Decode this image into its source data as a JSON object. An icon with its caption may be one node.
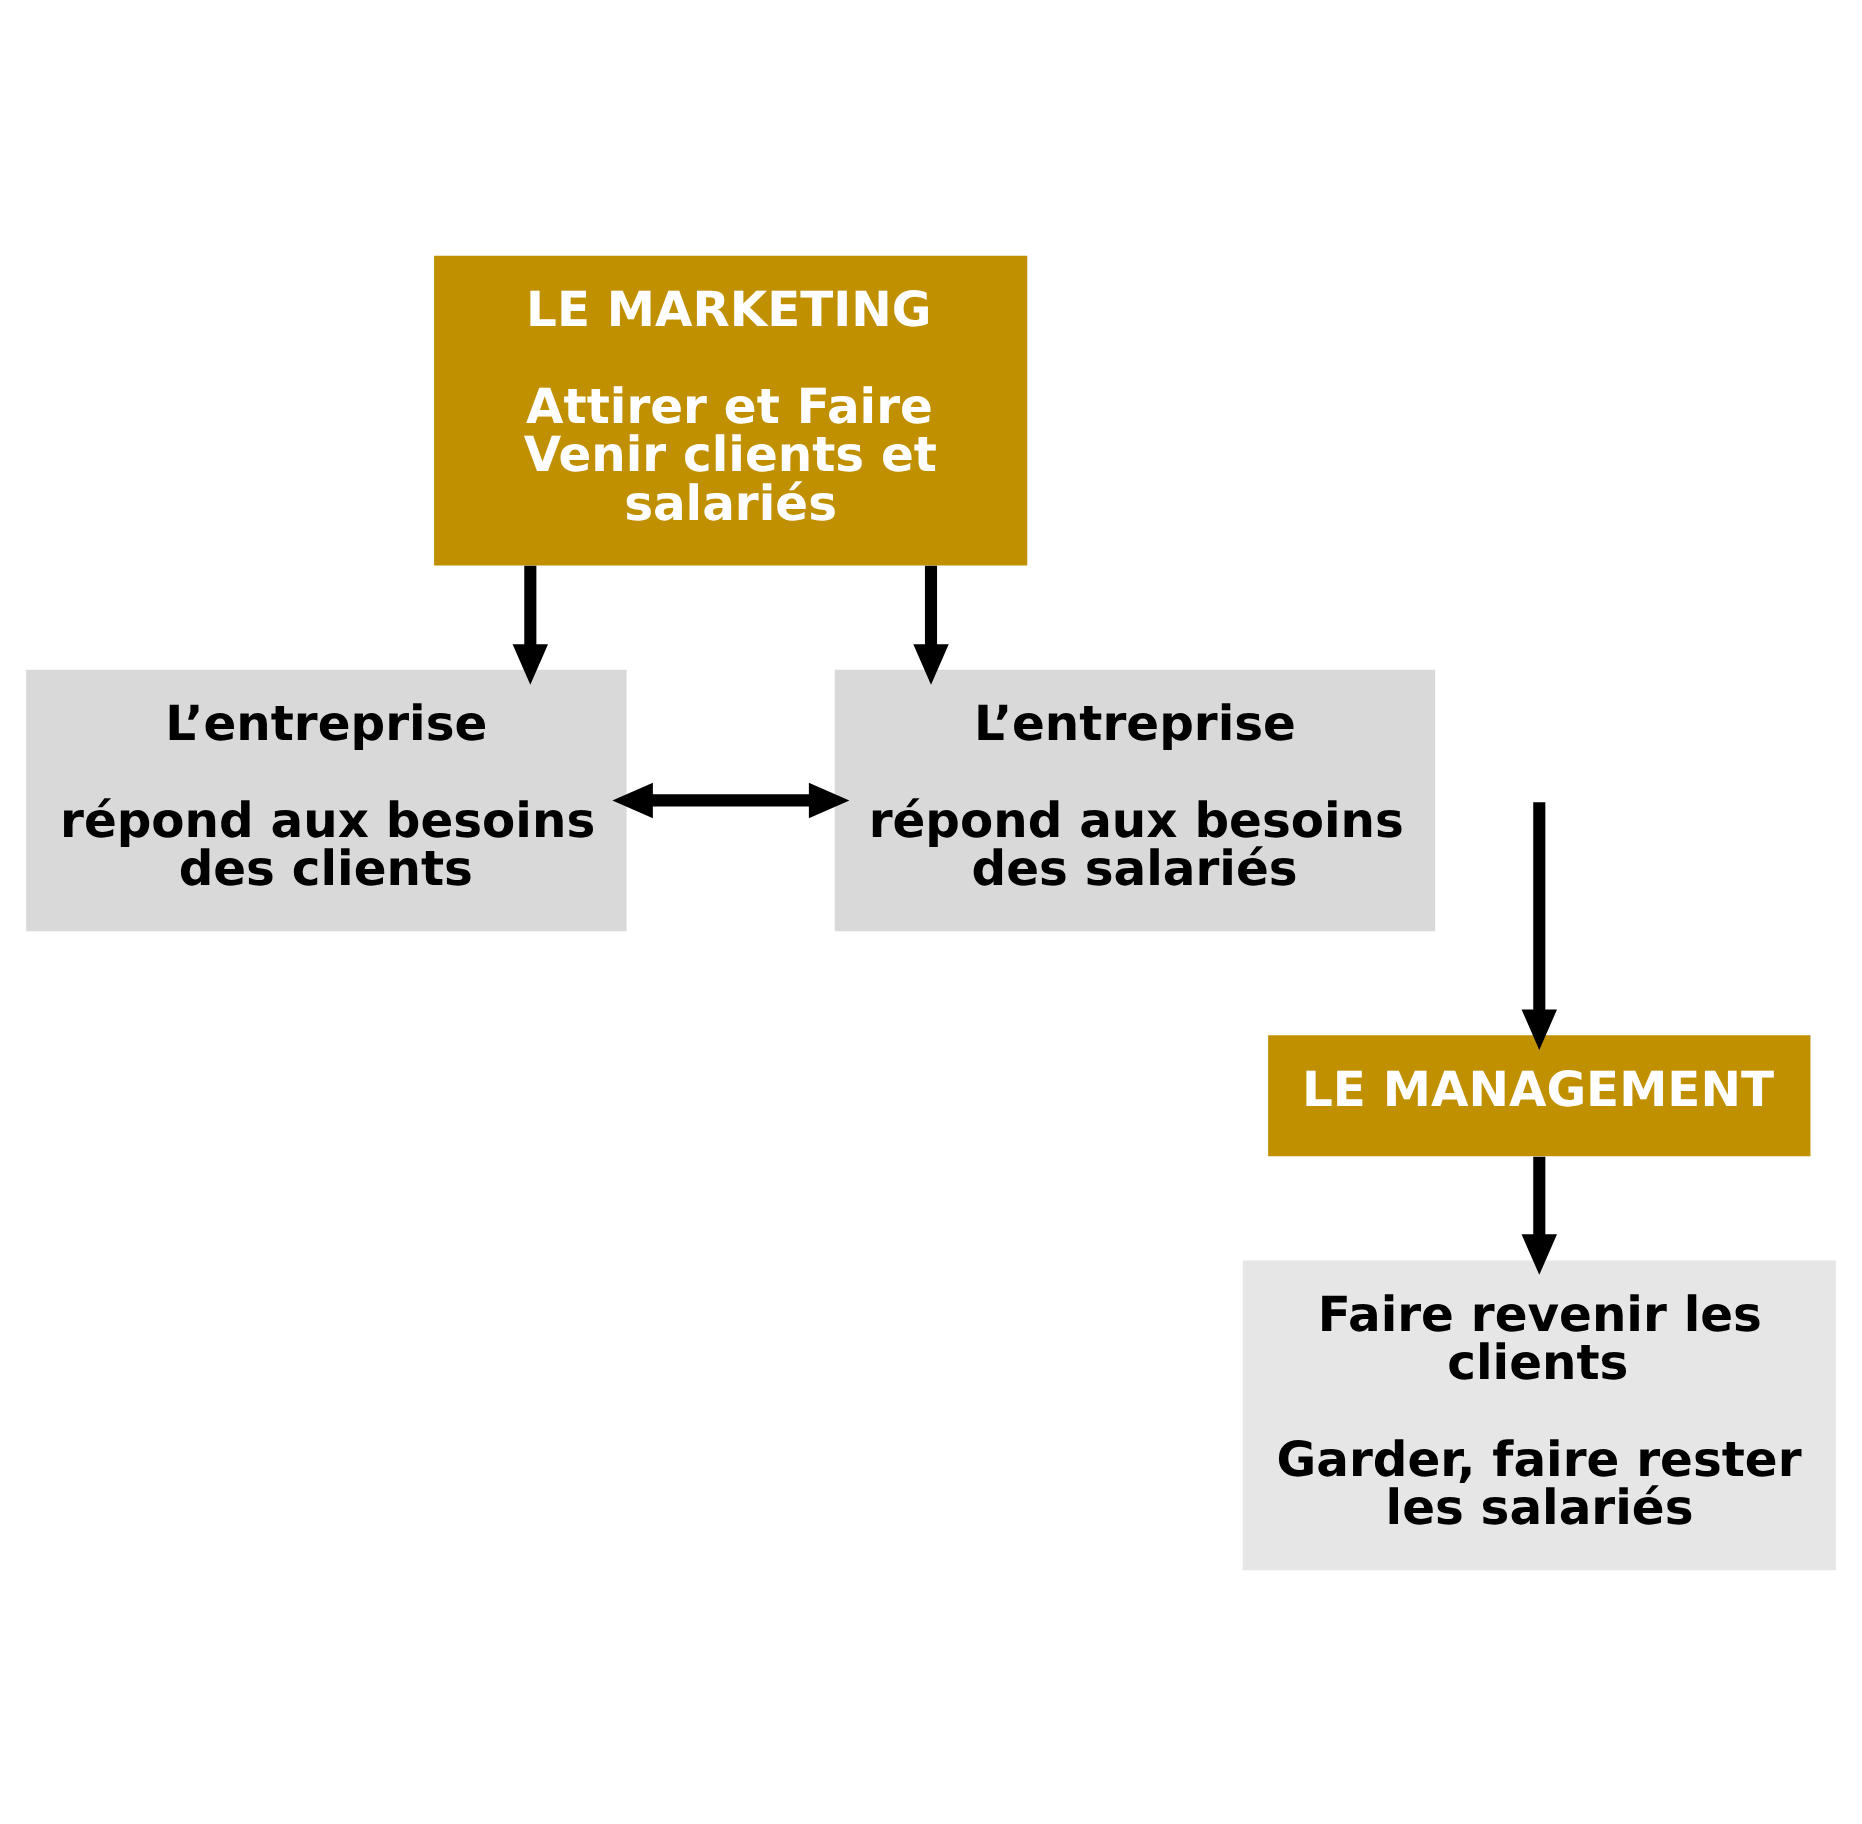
{
  "diagram": {
    "nodes": [
      {
        "text": [
          "LE MARKETING",
          "Attirer et Faire Venir clients et salariés"
        ]
      },
      {
        "text": [
          "L’entreprise",
          "répond aux besoins des clients"
        ]
      },
      {
        "text": [
          "L’entreprise",
          "répond aux besoins des salariés"
        ]
      },
      {
        "text": [
          "LE MANAGEMENT"
        ]
      },
      {
        "text": [
          "Faire revenir les clients",
          "Garder, faire rester les salariés"
        ]
      }
    ],
    "edges": [
      {
        "from": 0,
        "to": 1,
        "arrow": "to"
      },
      {
        "from": 0,
        "to": 2,
        "arrow": "to"
      },
      {
        "from": 1,
        "to": 2,
        "arrow": "both"
      },
      {
        "from": null,
        "to": 3,
        "arrow": "to"
      },
      {
        "from": 3,
        "to": 4,
        "arrow": "to"
      }
    ]
  }
}
